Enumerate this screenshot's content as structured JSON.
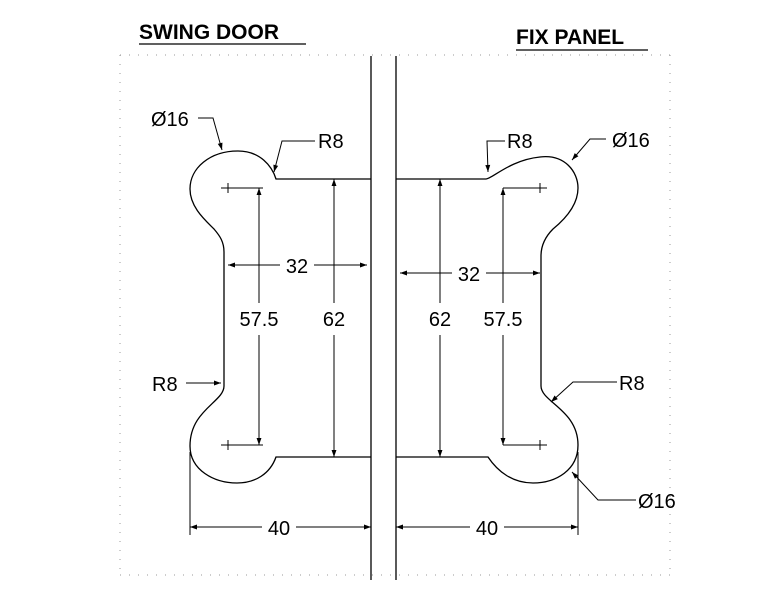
{
  "left": {
    "title": "SWING DOOR",
    "hole_label": "Ø16",
    "radius_top_label": "R8",
    "radius_left_label": "R8",
    "dim_32": "32",
    "dim_57_5": "57.5",
    "dim_62": "62",
    "dim_40": "40"
  },
  "right": {
    "title": "FIX PANEL",
    "hole_top_label": "Ø16",
    "hole_bottom_label": "Ø16",
    "radius_top_label": "R8",
    "radius_right_label": "R8",
    "dim_32": "32",
    "dim_57_5": "57.5",
    "dim_62": "62",
    "dim_40": "40"
  }
}
